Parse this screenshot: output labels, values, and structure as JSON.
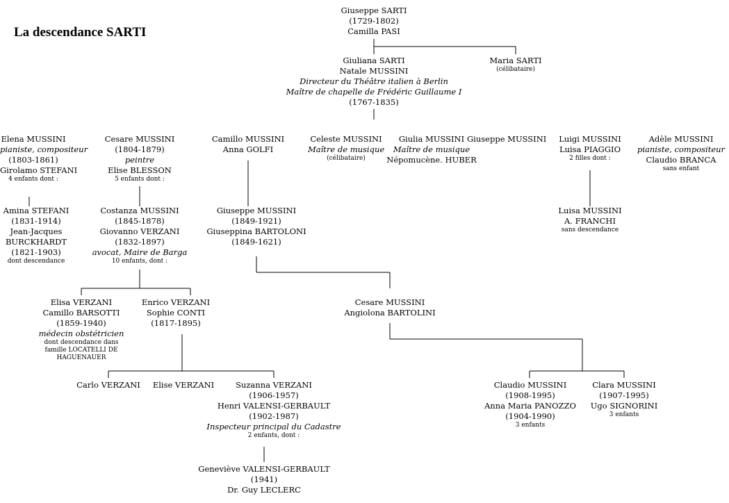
{
  "title": "La descendance SARTI",
  "people": {
    "giuseppe_sarti": [
      "Giuseppe SARTI",
      "(1729-1802)",
      "Camilla PASI"
    ],
    "giuliana_sarti": [
      "Giuliana SARTI",
      "Natale MUSSINI"
    ],
    "giuliana_sarti_role": [
      "Directeur du Théâtre italien à Berlin",
      "Maître de chapelle de Frédéric Guillaume I"
    ],
    "giuliana_sarti_dates": "(1767-1835)",
    "maria_sarti": "Maria SARTI",
    "maria_sarti_note": "(célibataire)",
    "elena_mussini": "Elena MUSSINI",
    "elena_mussini_role": "pianiste, compositeur",
    "elena_mussini_rest": [
      "(1803-1861)",
      "Girolamo STEFANI"
    ],
    "elena_mussini_note": "4 enfants dont :",
    "cesare_mussini_1804": [
      "Cesare MUSSINI",
      "(1804-1879)"
    ],
    "cesare_mussini_1804_role": "peintre",
    "cesare_mussini_1804_spouse": "Elise BLESSON",
    "cesare_mussini_1804_note": "5 enfants dont :",
    "camillo_mussini": [
      "Camillo MUSSINI",
      "Anna GOLFI"
    ],
    "celeste_mussini": "Celeste MUSSINI",
    "celeste_mussini_role": "Maître de musique",
    "celeste_mussini_note": "(célibataire)",
    "giulia_mussini": "Giulia MUSSINI",
    "giulia_mussini_role": "Maître de musique",
    "giulia_mussini_spouse": "Népomucène. HUBER",
    "giuseppe_mussini_child": "Giuseppe MUSSINI",
    "luigi_mussini": [
      "Luigi MUSSINI",
      "Luisa PIAGGIO"
    ],
    "luigi_mussini_note": "2 filles dont :",
    "adele_mussini": "Adèle MUSSINI",
    "adele_mussini_role": "pianiste, compositeur",
    "adele_mussini_spouse": "Claudio BRANCA",
    "adele_mussini_note": "sans enfant",
    "amina_stefani": [
      "Amina STEFANI",
      "(1831-1914)",
      "Jean-Jacques",
      "BURCKHARDT",
      "(1821-1903)"
    ],
    "amina_stefani_note": "dont descendance",
    "costanza_mussini": [
      "Costanza MUSSINI",
      "(1845-1878)",
      "Giovanno VERZANI",
      "(1832-1897)"
    ],
    "costanza_mussini_role": "avocat, Maire de Barga",
    "costanza_mussini_note": "10 enfants, dont :",
    "giuseppe_mussini_1849": [
      "Giuseppe MUSSINI",
      "(1849-1921)",
      "Giuseppina BARTOLONI",
      "(1849-1621)"
    ],
    "luisa_mussini": [
      "Luisa MUSSINI",
      "A. FRANCHI"
    ],
    "luisa_mussini_note": "sans descendance",
    "elisa_verzani": [
      "Elisa VERZANI",
      "Camillo BARSOTTI",
      "(1859-1940)"
    ],
    "elisa_verzani_role": "médecin obstétricien",
    "elisa_verzani_note": [
      "dont descendance dans",
      "famille LOCATELLI DE",
      "HAGUENAUER"
    ],
    "enrico_verzani": [
      "Enrico VERZANI",
      "Sophie CONTI",
      "(1817-1895)"
    ],
    "cesare_mussini_ang": [
      "Cesare MUSSINI",
      "Angiolona BARTOLINI"
    ],
    "carlo_verzani": "Carlo VERZANI",
    "elise_verzani": "Elise VERZANI",
    "suzanna_verzani": [
      "Suzanna VERZANI",
      "(1906-1957)",
      "Henri VALENSI-GERBAULT",
      "(1902-1987)"
    ],
    "suzanna_verzani_role": "Inspecteur principal du Cadastre",
    "suzanna_verzani_note": "2 enfants, dont :",
    "claudio_mussini": [
      "Claudio MUSSINI",
      "(1908-1995)",
      "Anna Maria PANOZZO",
      "(1904-1990)"
    ],
    "claudio_mussini_note": "3 enfants",
    "clara_mussini": [
      "Clara MUSSINI",
      "(1907-1995)",
      "Ugo SIGNORINI"
    ],
    "clara_mussini_note": "3 enfants",
    "genevieve": [
      "Geneviève VALENSI-GERBAULT",
      "(1941)",
      "Dr. Guy LECLERC"
    ]
  }
}
